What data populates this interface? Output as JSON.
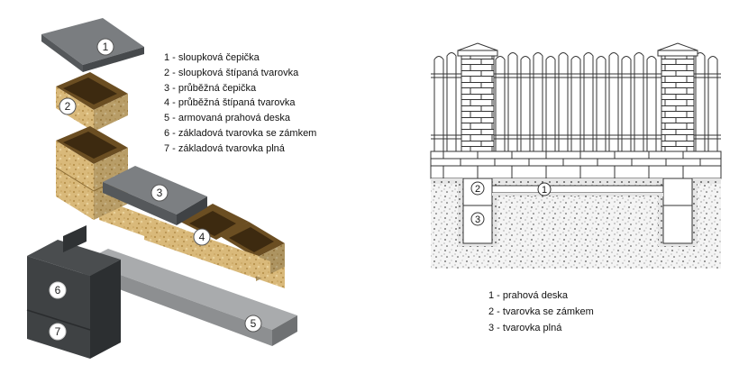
{
  "left_diagram": {
    "callouts": [
      "1",
      "2",
      "3",
      "4",
      "5",
      "6",
      "7"
    ],
    "legend": [
      "1 - sloupková čepička",
      "2 - sloupková štípaná tvarovka",
      "3 - průběžná čepička",
      "4 - průběžná štípaná tvarovka",
      "5 - armovaná prahová deska",
      "6 - základová tvarovka se zámkem",
      "7 - základová tvarovka plná"
    ]
  },
  "right_diagram": {
    "callouts": [
      "1",
      "2",
      "3"
    ],
    "legend": [
      "1 - prahová deska",
      "2 - tvarovka se zámkem",
      "3 - tvarovka plná"
    ]
  },
  "colors": {
    "cap_gray": "#6f7275",
    "block_sand": "#d8b878",
    "block_dark": "#8a6a32",
    "foundation_dark": "#3e4143",
    "plinth_gray": "#9a9c9e"
  }
}
